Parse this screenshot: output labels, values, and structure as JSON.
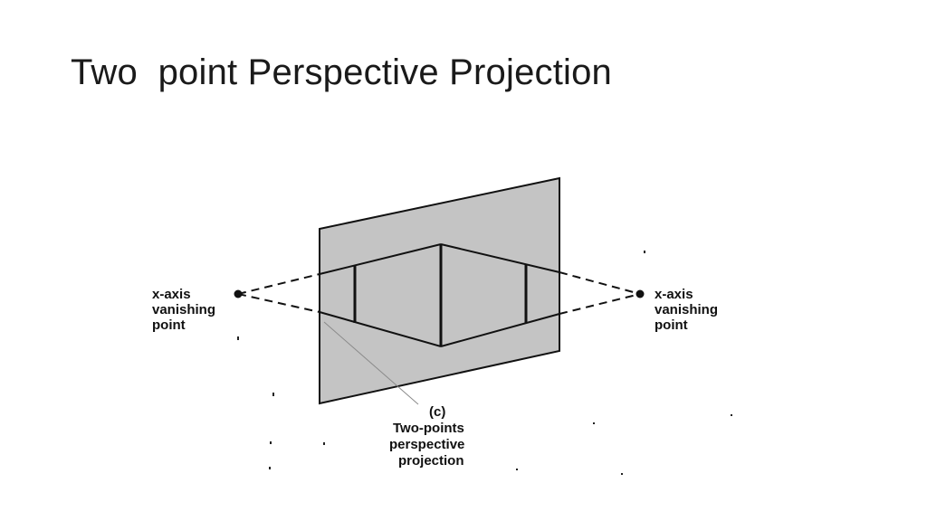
{
  "slide": {
    "title": "Two  point Perspective Projection"
  },
  "diagram": {
    "left_label": {
      "line1": "x-axis",
      "line2": "vanishing",
      "line3": "point"
    },
    "right_label": {
      "line1": "x-axis",
      "line2": "vanishing",
      "line3": "point"
    },
    "caption": {
      "line1": "(c)",
      "line2": "Two-points",
      "line3": "perspective",
      "line4": "projection"
    },
    "colors": {
      "plane_fill": "#c4c4c4",
      "line": "#111111"
    }
  }
}
